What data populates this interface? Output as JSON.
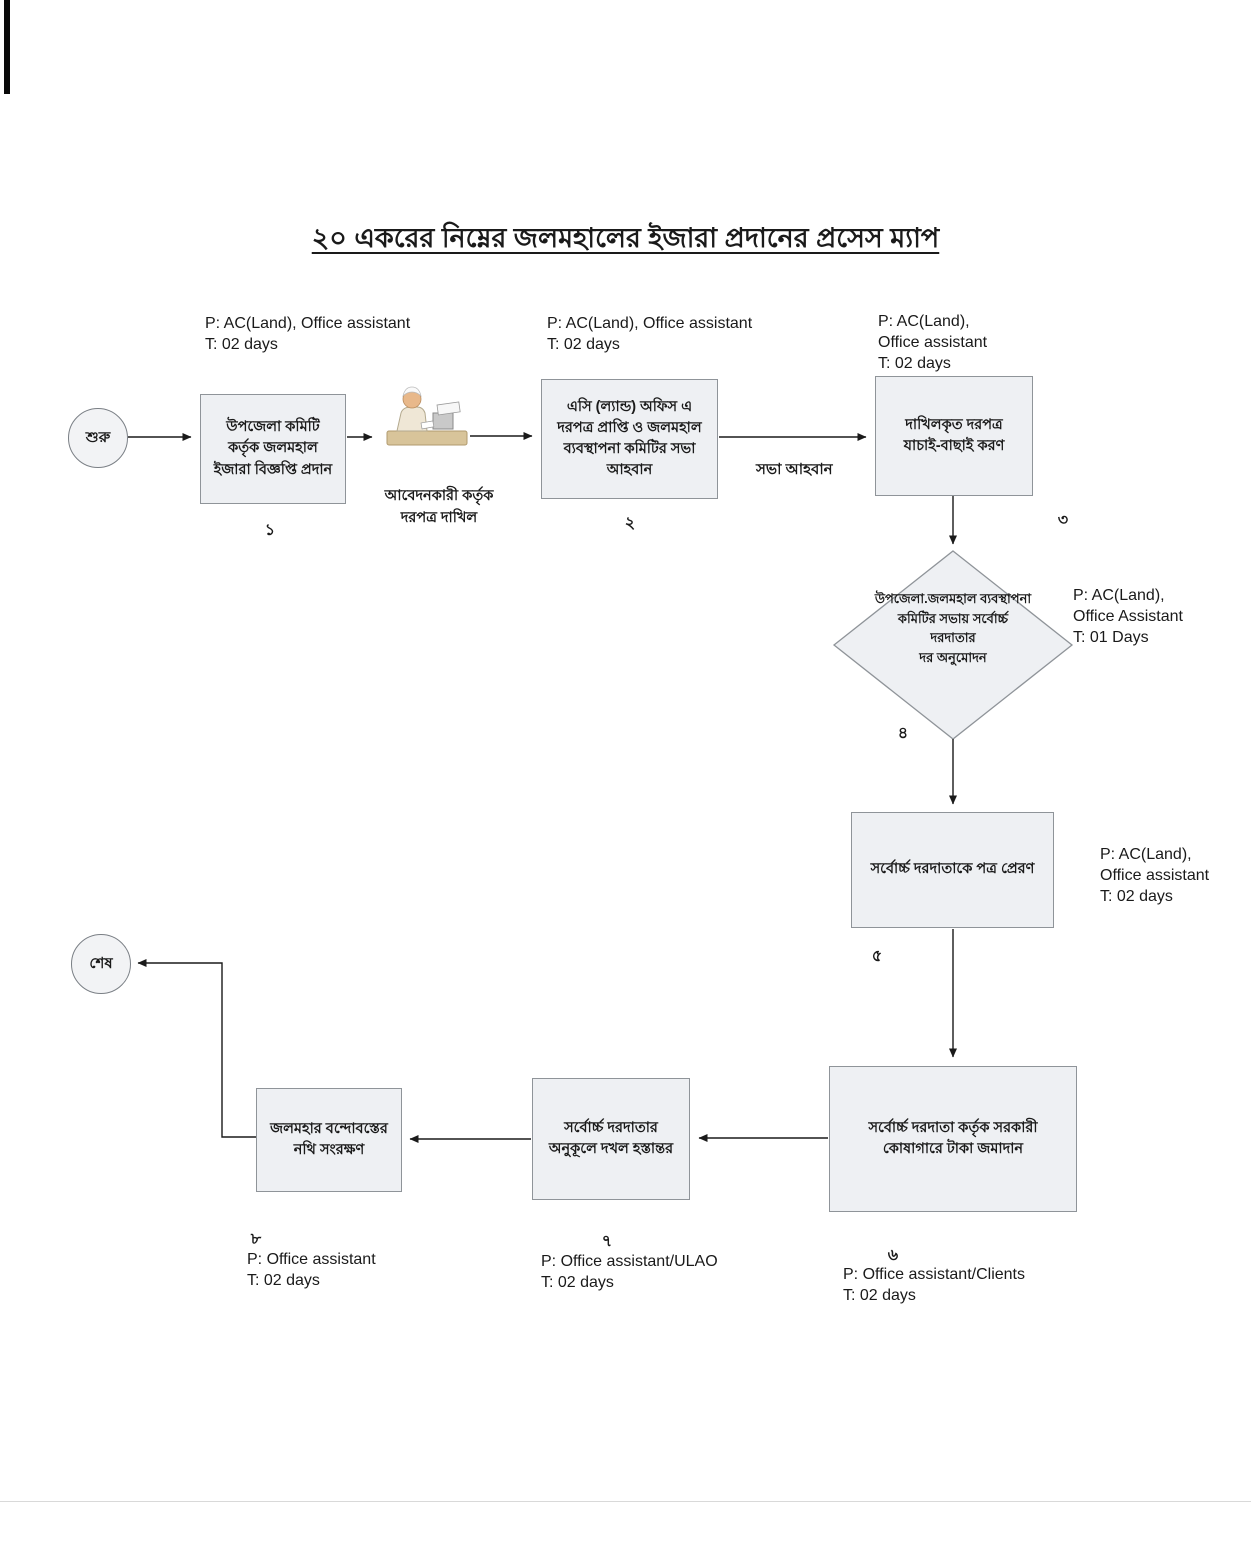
{
  "title": "২০ একরের নিম্নের জলমহালের ইজারা প্রদানের প্রসেস ম্যাপ",
  "terminals": {
    "start": "শুরু",
    "end": "শেষ"
  },
  "steps": [
    {
      "number": "১",
      "label": "উপজেলা কমিটি\nকর্তৃক জলমহাল\nইজারা বিজ্ঞপ্তি প্রদান",
      "annotation": "P: AC(Land), Office assistant\nT: 02 days"
    },
    {
      "number": "২",
      "label": "এসি (ল্যান্ড) অফিস এ\nদরপত্র প্রাপ্তি ও জলমহাল\nব্যবস্থাপনা কমিটির সভা\nআহবান",
      "annotation": "P: AC(Land), Office assistant\nT: 02 days"
    },
    {
      "number": "৩",
      "label": "দাখিলকৃত দরপত্র\nযাচাই-বাছাই করণ",
      "annotation": "P: AC(Land),\nOffice assistant\nT: 02 days"
    },
    {
      "number": "৪",
      "label": "উপজেলা.জলমহাল ব্যবস্থাপনা\nকমিটির সভায় সর্বোর্চ্চ\nদরদাতার\nদর অনুমোদন",
      "annotation": "P:  AC(Land),\nOffice Assistant\nT:  01 Days"
    },
    {
      "number": "৫",
      "label": "সর্বোর্চ্চ দরদাতাকে পত্র প্রেরণ",
      "annotation": "P: AC(Land),\nOffice assistant\nT: 02 days"
    },
    {
      "number": "৬",
      "label": "সর্বোর্চ্চ দরদাতা কর্তৃক সরকারী\nকোষাগারে টাকা জমাদান",
      "annotation": "P: Office assistant/Clients\nT: 02 days"
    },
    {
      "number": "৭",
      "label": "সর্বোর্চ্চ দরদাতার\nঅনুকূলে দখল হস্তান্তর",
      "annotation": "P: Office assistant/ULAO\nT: 02 days"
    },
    {
      "number": "৮",
      "label": "জলমহার বন্দোবস্তের\nনথি সংরক্ষণ",
      "annotation": "P: Office assistant\nT: 02 days"
    }
  ],
  "edge_labels": {
    "meeting_call": "সভা আহবান"
  },
  "applicant": {
    "caption": "আবেদনকারী কর্তৃক\nদরপত্র দাখিল"
  },
  "colors": {
    "box_fill": "#eef0f3",
    "box_border": "#8f9499",
    "connector": "#1a1a1a",
    "background": "#ffffff"
  }
}
